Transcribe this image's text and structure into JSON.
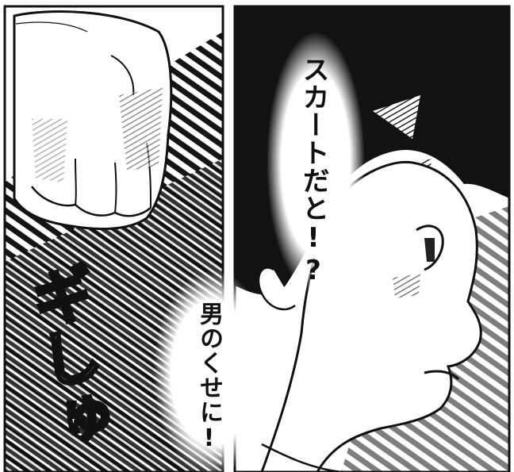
{
  "speech": {
    "line1": "スカートだと!?",
    "line2": "男のくせに!"
  },
  "sound_effect": "ギしゅ"
}
